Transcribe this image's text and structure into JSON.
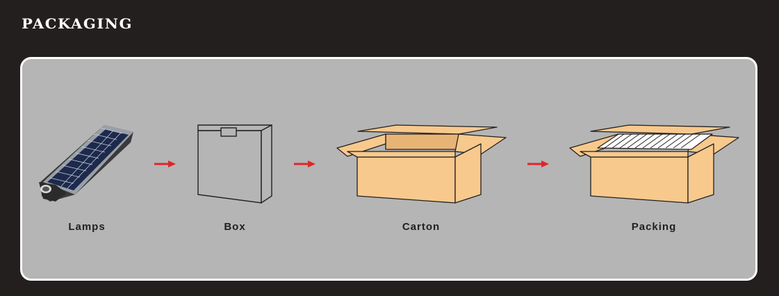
{
  "title": "PACKAGING",
  "steps": [
    {
      "label": "Lamps",
      "icon": "solar-street-lamp-icon"
    },
    {
      "label": "Box",
      "icon": "box-icon"
    },
    {
      "label": "Carton",
      "icon": "open-carton-icon"
    },
    {
      "label": "Packing",
      "icon": "packed-carton-icon"
    }
  ],
  "colors": {
    "background": "#231f1e",
    "panel": "#b5b5b5",
    "panel_border": "#ffffff",
    "arrow": "#e0252b",
    "carton": "#f7c98d"
  }
}
